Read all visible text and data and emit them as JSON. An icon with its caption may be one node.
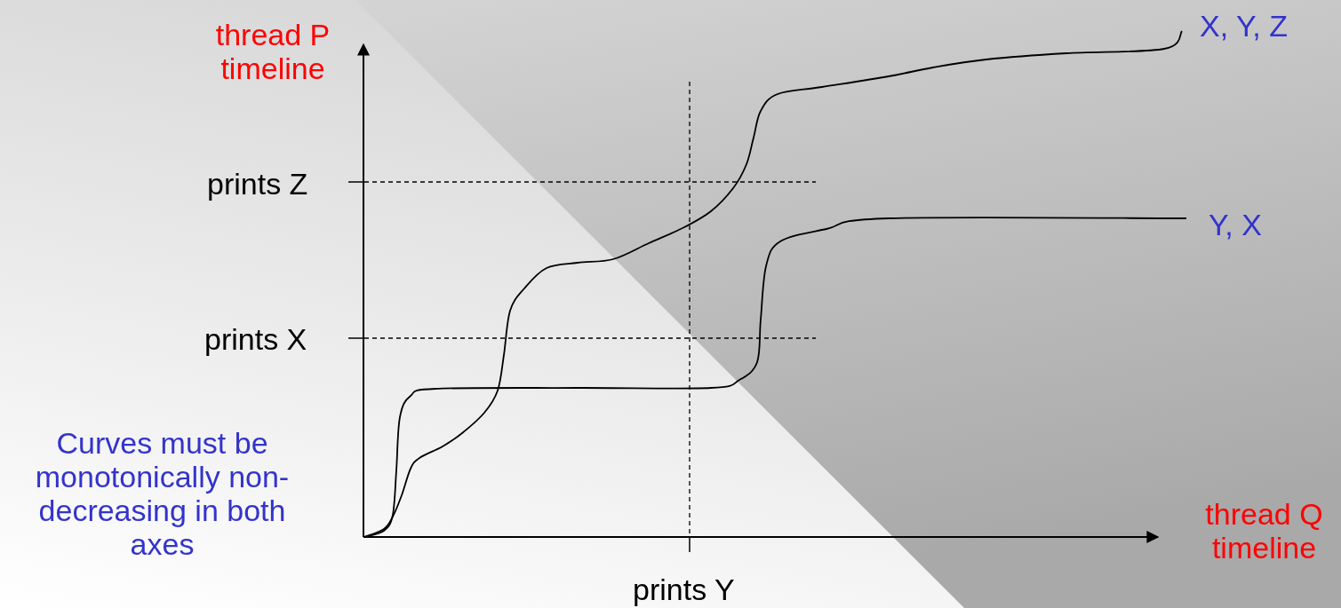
{
  "diagram": {
    "labels": [
      "thread P timeline",
      "X, Y, Z",
      "prints Z",
      "Y, X",
      "prints X",
      "Curves must be monotonically non-decreasing in both axes",
      "thread Q timeline",
      "prints Y"
    ]
  }
}
